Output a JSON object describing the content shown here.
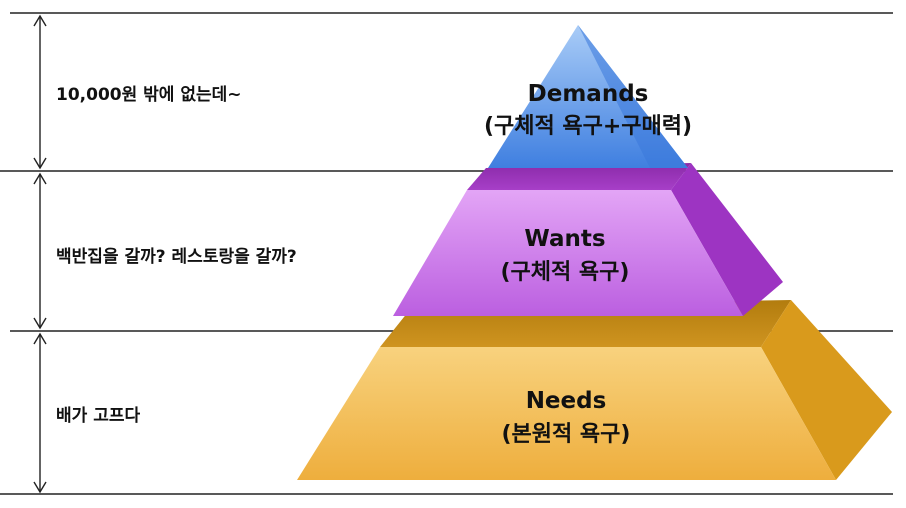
{
  "levels": [
    {
      "title": "Demands",
      "subtitle": "(구체적 욕구+구매력)",
      "note": "10,000원 밖에 없는데~"
    },
    {
      "title": "Wants",
      "subtitle": "(구체적 욕구)",
      "note": "백반집을 갈까? 레스토랑을 갈까?"
    },
    {
      "title": "Needs",
      "subtitle": "(본원적 욕구)",
      "note": "배가 고프다"
    }
  ],
  "colors": {
    "demands": "#5c93e8",
    "wants": "#c46de6",
    "needs": "#f0b545",
    "line": "#222222"
  }
}
